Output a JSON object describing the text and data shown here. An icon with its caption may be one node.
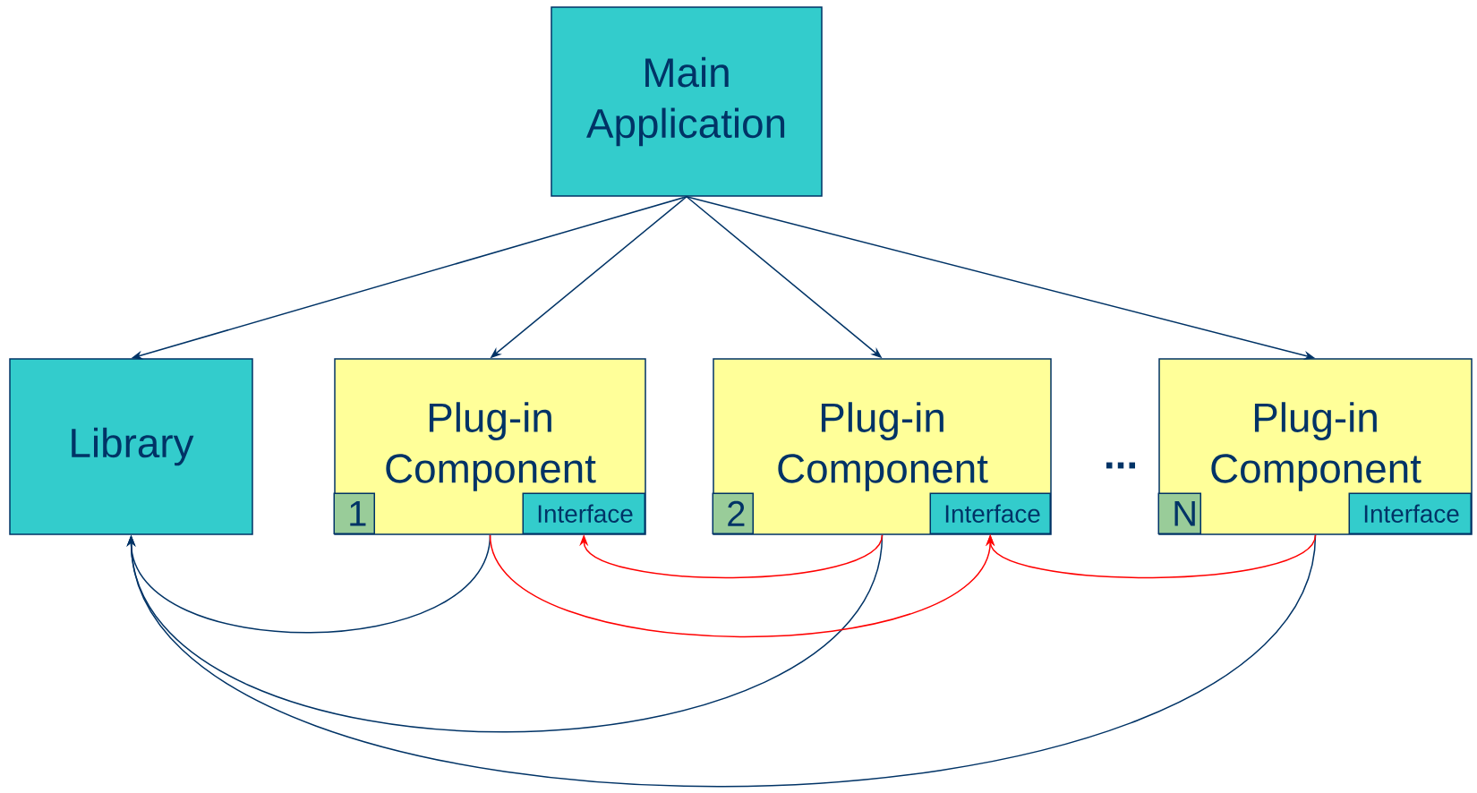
{
  "diagram": {
    "nodes": [
      {
        "text": [
          "Main Application"
        ]
      },
      {
        "text": [
          "Library"
        ]
      },
      {
        "text": [
          "Plug-in Component"
        ]
      },
      {
        "text": [
          "1"
        ],
        "in": 2
      },
      {
        "text": [
          "Interface"
        ],
        "in": 2
      },
      {
        "text": [
          "Plug-in Component"
        ]
      },
      {
        "text": [
          "2"
        ],
        "in": 5
      },
      {
        "text": [
          "Interface"
        ],
        "in": 5
      },
      {
        "text": [
          "Plug-in Component"
        ]
      },
      {
        "text": [
          "N"
        ],
        "in": 8
      },
      {
        "text": [
          "Interface"
        ],
        "in": 8
      }
    ],
    "edges": [
      {
        "from": 0,
        "to": 1,
        "arrow": "to"
      },
      {
        "from": 0,
        "to": 2,
        "arrow": "to"
      },
      {
        "from": 0,
        "to": 5,
        "arrow": "to"
      },
      {
        "from": 0,
        "to": 8,
        "arrow": "to"
      },
      {
        "from": 2,
        "to": 1,
        "arrow": "to"
      },
      {
        "from": 5,
        "to": 1,
        "arrow": "to"
      },
      {
        "from": 8,
        "to": 1,
        "arrow": "to"
      },
      {
        "from": 5,
        "to": 4,
        "arrow": "to",
        "color": "#ff0000"
      },
      {
        "from": 2,
        "to": 7,
        "arrow": "to",
        "color": "#ff0000"
      },
      {
        "from": 8,
        "to": 7,
        "arrow": "to",
        "color": "#ff0000"
      }
    ],
    "labels": [
      "..."
    ]
  }
}
